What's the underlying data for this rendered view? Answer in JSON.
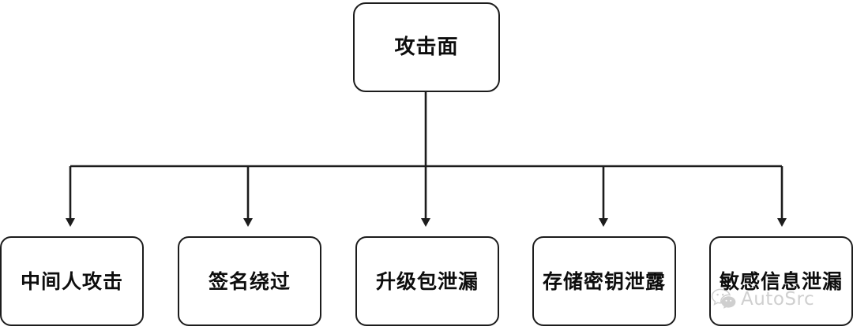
{
  "diagram": {
    "type": "tree",
    "orientation": "top-down",
    "root": {
      "id": "attack-surface",
      "label": "攻击面"
    },
    "children": [
      {
        "id": "mitm",
        "label": "中间人攻击"
      },
      {
        "id": "signature-bypass",
        "label": "签名绕过"
      },
      {
        "id": "upgrade-leak",
        "label": "升级包泄漏"
      },
      {
        "id": "stored-key-leak",
        "label": "存储密钥泄露"
      },
      {
        "id": "sensitive-leak",
        "label": "敏感信息泄漏"
      }
    ],
    "colors": {
      "background": "#ffffff",
      "border": "#1c1c1c",
      "text": "#0d0d0d",
      "connector": "#1c1c1c",
      "watermark": "#8e8e8e"
    }
  },
  "watermark": {
    "text": "AutoSrc",
    "icon": "wechat-logo-icon"
  }
}
